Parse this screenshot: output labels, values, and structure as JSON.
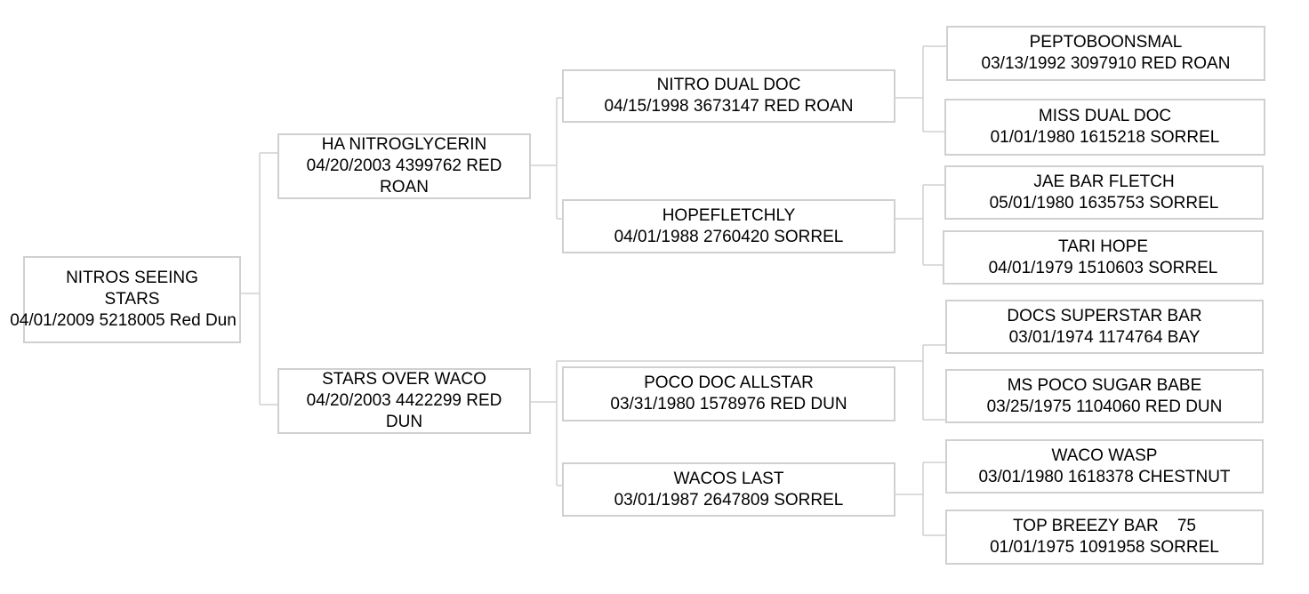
{
  "pedigree": {
    "subject": {
      "name": "NITROS SEEING STARS",
      "details": "04/01/2009 5218005 Red Dun"
    },
    "sire": {
      "name": "HA NITROGLYCERIN",
      "details": "04/20/2003 4399762 RED ROAN"
    },
    "dam": {
      "name": "STARS OVER WACO",
      "details": "04/20/2003 4422299 RED DUN"
    },
    "sire_sire": {
      "name": "NITRO DUAL DOC",
      "details": "04/15/1998 3673147 RED ROAN"
    },
    "sire_dam": {
      "name": "HOPEFLETCHLY",
      "details": "04/01/1988 2760420 SORREL"
    },
    "dam_sire": {
      "name": "POCO DOC ALLSTAR",
      "details": "03/31/1980 1578976 RED DUN"
    },
    "dam_dam": {
      "name": "WACOS LAST",
      "details": "03/01/1987 2647809 SORREL"
    },
    "ss_sire": {
      "name": "PEPTOBOONSMAL",
      "details": "03/13/1992 3097910 RED ROAN"
    },
    "ss_dam": {
      "name": "MISS DUAL DOC",
      "details": "01/01/1980 1615218 SORREL"
    },
    "sd_sire": {
      "name": "JAE BAR FLETCH",
      "details": "05/01/1980 1635753 SORREL"
    },
    "sd_dam": {
      "name": "TARI HOPE",
      "details": "04/01/1979 1510603 SORREL"
    },
    "ds_sire": {
      "name": "DOCS SUPERSTAR BAR",
      "details": "03/01/1974 1174764 BAY"
    },
    "ds_dam": {
      "name": "MS POCO SUGAR BABE",
      "details": "03/25/1975 1104060 RED DUN"
    },
    "dd_sire": {
      "name": "WACO WASP",
      "details": "03/01/1980 1618378 CHESTNUT"
    },
    "dd_dam": {
      "name": "TOP BREEZY BAR    75",
      "details": "01/01/1975 1091958 SORREL"
    }
  },
  "colors": {
    "border": "#d0d0d0",
    "text": "#000000",
    "background": "#ffffff"
  }
}
